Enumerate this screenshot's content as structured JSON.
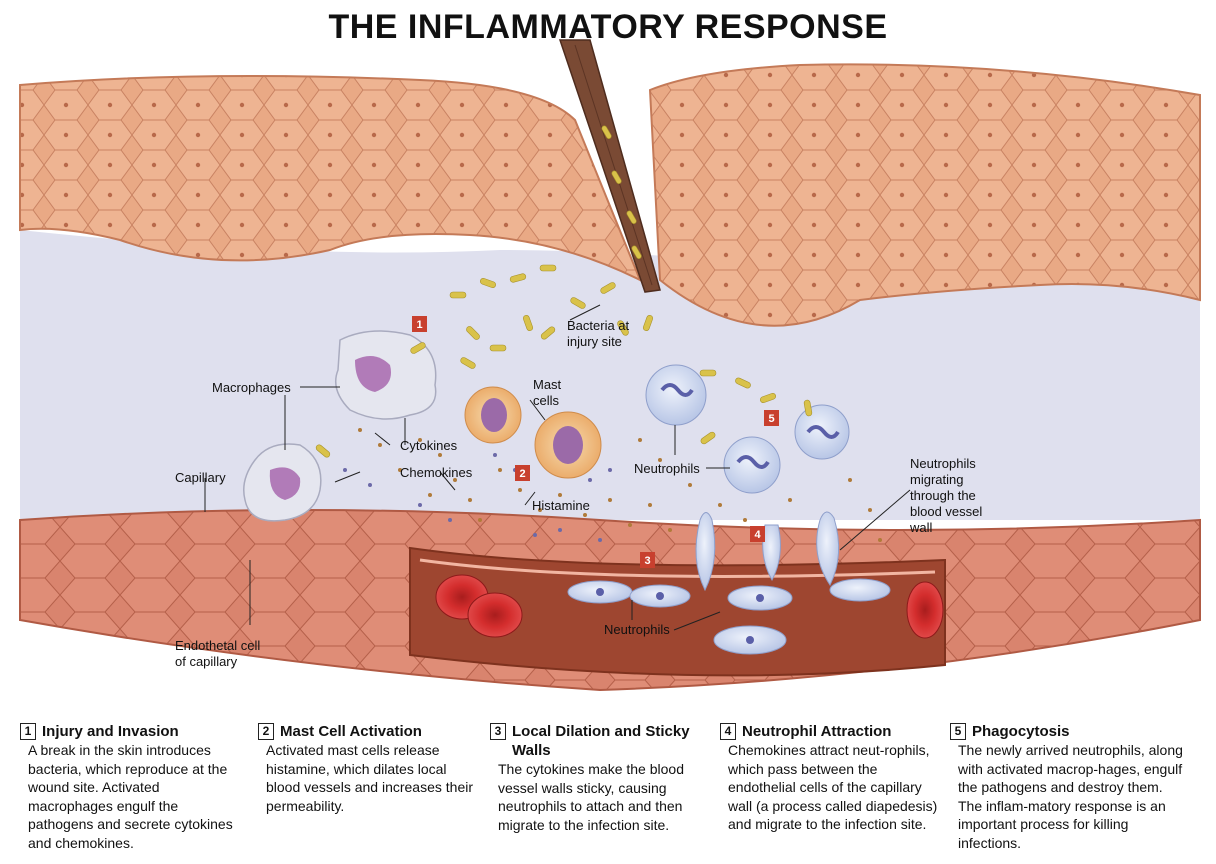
{
  "title": "THE INFLAMMATORY RESPONSE",
  "labels": {
    "bacteria_line1": "Bacteria at",
    "bacteria_line2": "injury site",
    "macrophages": "Macrophages",
    "mast_line1": "Mast",
    "mast_line2": "cells",
    "cytokines": "Cytokines",
    "chemokines": "Chemokines",
    "capillary": "Capillary",
    "histamine": "Histamine",
    "neutrophils_upper": "Neutrophils",
    "neutrophils_lower": "Neutrophils",
    "migrating_line1": "Neutrophils",
    "migrating_line2": "migrating",
    "migrating_line3": "through the",
    "migrating_line4": "blood vessel",
    "migrating_line5": "wall",
    "endo_line1": "Endothetal cell",
    "endo_line2": "of capillary"
  },
  "badges": [
    "1",
    "2",
    "3",
    "4",
    "5"
  ],
  "steps": [
    {
      "number": "1",
      "title": "Injury and Invasion",
      "body": "A break in the skin introduces bacteria, which reproduce at the wound site. Activated macrophages engulf the pathogens and secrete cytokines and chemokines."
    },
    {
      "number": "2",
      "title": "Mast Cell Activation",
      "body": "Activated mast cells release histamine, which dilates local blood vessels and increases their permeability."
    },
    {
      "number": "3",
      "title": "Local Dilation and Sticky Walls",
      "body": "The cytokines make the blood vessel walls sticky, causing neutrophils to attach and then migrate to the infection site."
    },
    {
      "number": "4",
      "title": "Neutrophil Attraction",
      "body": "Chemokines attract neut-rophils, which pass between the endothelial cells of the capillary wall (a process called diapedesis) and migrate to the infection site."
    },
    {
      "number": "5",
      "title": "Phagocytosis",
      "body": "The newly arrived neutrophils, along with activated macrop-hages, engulf the pathogens and destroy them. The inflam-matory response is an important process for killing infections."
    }
  ],
  "colors": {
    "skin": "#e8a784",
    "skin_edge": "#c97a58",
    "tissue": "#dfe0ee",
    "vessel": "#d98470",
    "vessel_inner": "#a14a32",
    "rbc": "#d42d2d",
    "bacteria": "#d9c24a",
    "badge": "#c8402e",
    "neutrophil": "#d3dcf0",
    "mast_cell": "#f2c58a"
  }
}
